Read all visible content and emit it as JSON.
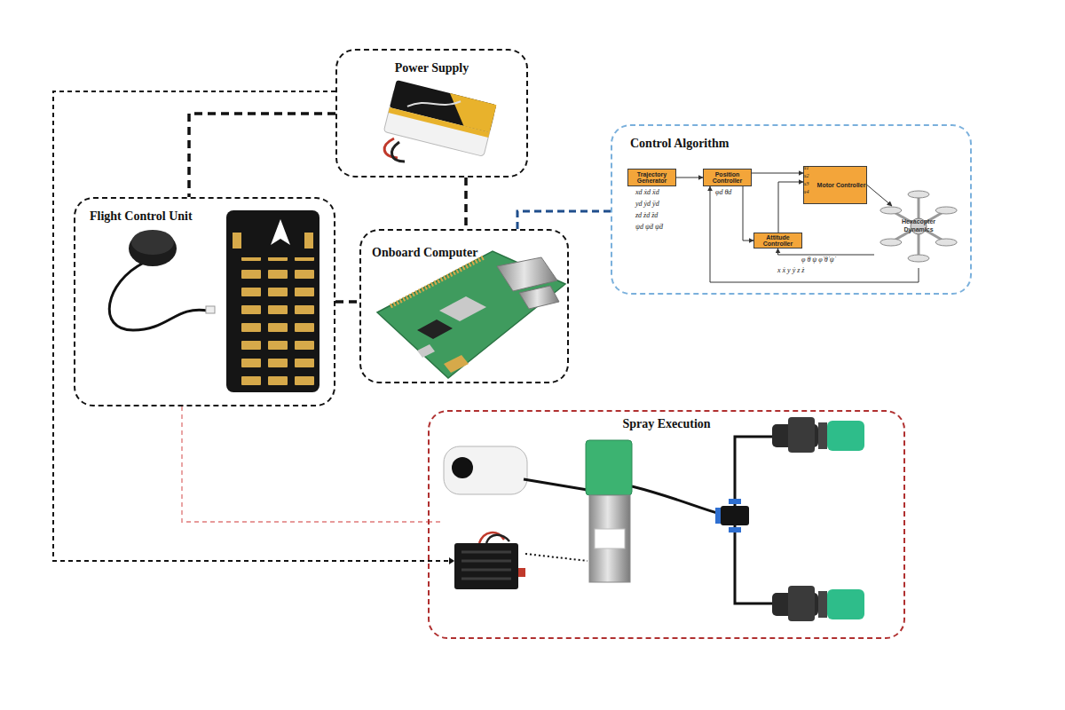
{
  "diagram": {
    "nodes": [
      {
        "text": [
          "Power Supply"
        ]
      },
      {
        "text": [
          "Flight Control Unit"
        ]
      },
      {
        "text": [
          "Onboard Computer"
        ]
      },
      {
        "text": [
          "Control Algorithm"
        ]
      },
      {
        "text": [
          "Spray Execution"
        ]
      },
      {
        "text": [
          "Trajectory Generator"
        ],
        "in": 3
      },
      {
        "text": [
          "Position Controller"
        ],
        "in": 3
      },
      {
        "text": [
          "Attitude Controller"
        ],
        "in": 3
      },
      {
        "text": [
          "Motor Controller"
        ],
        "in": 3
      },
      {
        "text": [
          "Hexacopter Dynamics"
        ],
        "in": 3
      }
    ],
    "edges": [
      {
        "from": 0,
        "to": 1,
        "arrow": "none"
      },
      {
        "from": 0,
        "to": 2,
        "arrow": "none"
      },
      {
        "from": 1,
        "to": 2,
        "arrow": "none"
      },
      {
        "from": 2,
        "to": 3,
        "arrow": "none"
      },
      {
        "from": 0,
        "to": 4,
        "arrow": "none"
      },
      {
        "from": 1,
        "to": 4,
        "arrow": "none"
      },
      {
        "from": 5,
        "to": 6,
        "arrow": "to"
      },
      {
        "from": 6,
        "to": 8,
        "arrow": "to"
      },
      {
        "from": 6,
        "to": 7,
        "arrow": "to"
      },
      {
        "from": 7,
        "to": 8,
        "arrow": "to"
      },
      {
        "from": 8,
        "to": 9,
        "arrow": "to"
      },
      {
        "from": 9,
        "to": 6,
        "arrow": "to"
      },
      {
        "from": 9,
        "to": 7,
        "arrow": "to"
      }
    ],
    "labels": [
      "xd ẋd ẍd",
      "yd ẏd ÿd",
      "zd żd z̈d",
      "ψd ψ̇d ψ̈d",
      "φd θd",
      "u1",
      "u2",
      "u3",
      "u4",
      "φ θ ψ φ̇ θ̇ ψ̇",
      "x ẋ y ẏ z ż"
    ]
  }
}
